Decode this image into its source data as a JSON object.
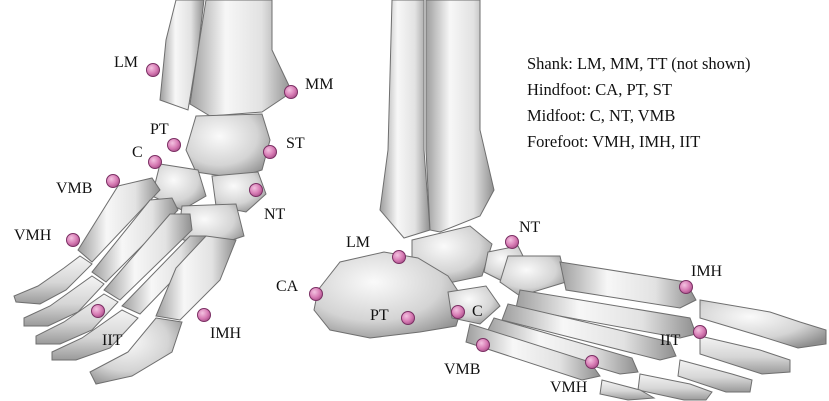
{
  "colors": {
    "marker_fill": "#d77bb4",
    "marker_stroke": "#7a2f63",
    "bone_light": "#f4f4f4",
    "bone_mid": "#d2d2d2",
    "bone_dark": "#a8a8a8",
    "text": "#111111"
  },
  "legend": {
    "shank": "Shank: LM, MM, TT (not shown)",
    "hindfoot": "Hindfoot: CA, PT, ST",
    "midfoot": "Midfoot: C, NT, VMB",
    "forefoot": "Forefoot: VMH, IMH, IIT"
  },
  "left_view": {
    "labels": {
      "lm": "LM",
      "mm": "MM",
      "pt": "PT",
      "c": "C",
      "st": "ST",
      "vmb": "VMB",
      "nt": "NT",
      "vmh": "VMH",
      "iit": "IIT",
      "imh": "IMH"
    }
  },
  "right_view": {
    "labels": {
      "nt": "NT",
      "lm": "LM",
      "imh": "IMH",
      "ca": "CA",
      "pt": "PT",
      "c": "C",
      "iit": "IIT",
      "vmb": "VMB",
      "vmh": "VMH"
    }
  }
}
